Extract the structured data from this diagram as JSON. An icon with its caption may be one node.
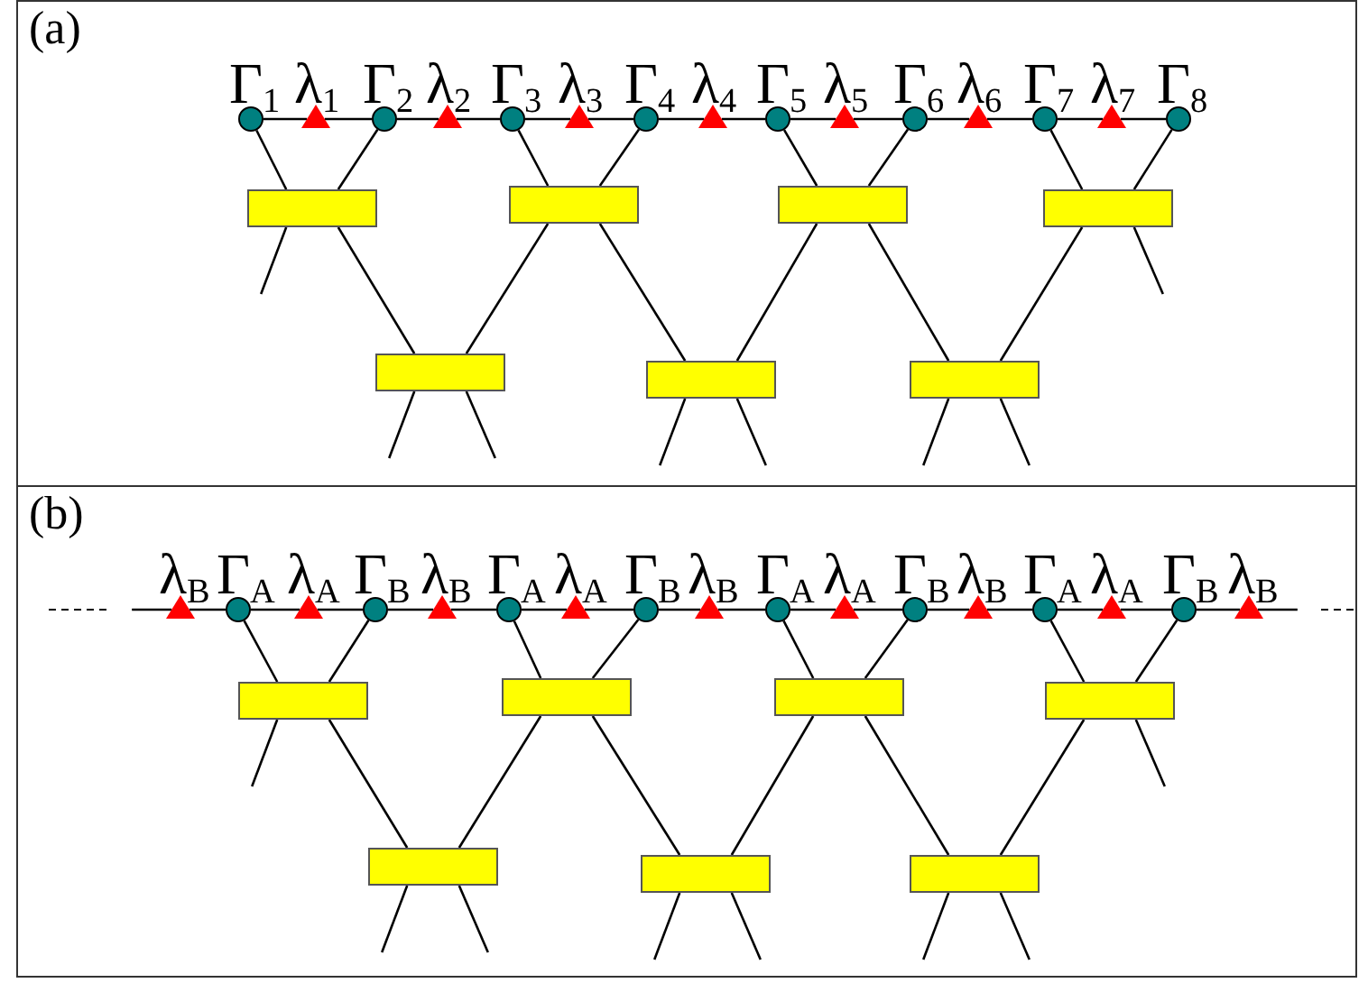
{
  "diagram": {
    "nodes": [
      {
        "text": [
          "(a)"
        ]
      },
      {
        "text": [],
        "shape": "circle",
        "in": 0,
        "beside": [
          "Γ$_{1}$"
        ]
      },
      {
        "text": [],
        "shape": "triangle",
        "in": 0,
        "beside": [
          "λ$_{1}$"
        ]
      },
      {
        "text": [],
        "shape": "circle",
        "in": 0,
        "beside": [
          "Γ$_{2}$"
        ]
      },
      {
        "text": [],
        "shape": "triangle",
        "in": 0,
        "beside": [
          "λ$_{2}$"
        ]
      },
      {
        "text": [],
        "shape": "circle",
        "in": 0,
        "beside": [
          "Γ$_{3}$"
        ]
      },
      {
        "text": [],
        "shape": "triangle",
        "in": 0,
        "beside": [
          "λ$_{3}$"
        ]
      },
      {
        "text": [],
        "shape": "circle",
        "in": 0,
        "beside": [
          "Γ$_{4}$"
        ]
      },
      {
        "text": [],
        "shape": "triangle",
        "in": 0,
        "beside": [
          "λ$_{4}$"
        ]
      },
      {
        "text": [],
        "shape": "circle",
        "in": 0,
        "beside": [
          "Γ$_{5}$"
        ]
      },
      {
        "text": [],
        "shape": "triangle",
        "in": 0,
        "beside": [
          "λ$_{5}$"
        ]
      },
      {
        "text": [],
        "shape": "circle",
        "in": 0,
        "beside": [
          "Γ$_{6}$"
        ]
      },
      {
        "text": [],
        "shape": "triangle",
        "in": 0,
        "beside": [
          "λ$_{6}$"
        ]
      },
      {
        "text": [],
        "shape": "circle",
        "in": 0,
        "beside": [
          "Γ$_{7}$"
        ]
      },
      {
        "text": [],
        "shape": "triangle",
        "in": 0,
        "beside": [
          "λ$_{7}$"
        ]
      },
      {
        "text": [],
        "shape": "circle",
        "in": 0,
        "beside": [
          "Γ$_{8}$"
        ]
      },
      {
        "text": [],
        "shape": "box",
        "in": 0
      },
      {
        "text": [],
        "shape": "box",
        "in": 0
      },
      {
        "text": [],
        "shape": "box",
        "in": 0
      },
      {
        "text": [],
        "shape": "box",
        "in": 0
      },
      {
        "text": [],
        "shape": "box",
        "in": 0
      },
      {
        "text": [],
        "shape": "box",
        "in": 0
      },
      {
        "text": [],
        "shape": "box",
        "in": 0
      },
      {
        "text": [
          "(b)"
        ]
      },
      {
        "text": [],
        "shape": "triangle",
        "in": 23,
        "beside": [
          "λ$_{B}$"
        ]
      },
      {
        "text": [],
        "shape": "circle",
        "in": 23,
        "beside": [
          "Γ$_{A}$"
        ]
      },
      {
        "text": [],
        "shape": "triangle",
        "in": 23,
        "beside": [
          "λ$_{A}$"
        ]
      },
      {
        "text": [],
        "shape": "circle",
        "in": 23,
        "beside": [
          "Γ$_{B}$"
        ]
      },
      {
        "text": [],
        "shape": "triangle",
        "in": 23,
        "beside": [
          "λ$_{B}$"
        ]
      },
      {
        "text": [],
        "shape": "circle",
        "in": 23,
        "beside": [
          "Γ$_{A}$"
        ]
      },
      {
        "text": [],
        "shape": "triangle",
        "in": 23,
        "beside": [
          "λ$_{A}$"
        ]
      },
      {
        "text": [],
        "shape": "circle",
        "in": 23,
        "beside": [
          "Γ$_{B}$"
        ]
      },
      {
        "text": [],
        "shape": "triangle",
        "in": 23,
        "beside": [
          "λ$_{B}$"
        ]
      },
      {
        "text": [],
        "shape": "circle",
        "in": 23,
        "beside": [
          "Γ$_{A}$"
        ]
      },
      {
        "text": [],
        "shape": "triangle",
        "in": 23,
        "beside": [
          "λ$_{A}$"
        ]
      },
      {
        "text": [],
        "shape": "circle",
        "in": 23,
        "beside": [
          "Γ$_{B}$"
        ]
      },
      {
        "text": [],
        "shape": "triangle",
        "in": 23,
        "beside": [
          "λ$_{B}$"
        ]
      },
      {
        "text": [],
        "shape": "circle",
        "in": 23,
        "beside": [
          "Γ$_{A}$"
        ]
      },
      {
        "text": [],
        "shape": "triangle",
        "in": 23,
        "beside": [
          "λ$_{A}$"
        ]
      },
      {
        "text": [],
        "shape": "circle",
        "in": 23,
        "beside": [
          "Γ$_{B}$"
        ]
      },
      {
        "text": [],
        "shape": "triangle",
        "in": 23,
        "beside": [
          "λ$_{B}$"
        ]
      },
      {
        "text": [],
        "shape": "box",
        "in": 23
      },
      {
        "text": [],
        "shape": "box",
        "in": 23
      },
      {
        "text": [],
        "shape": "box",
        "in": 23
      },
      {
        "text": [],
        "shape": "box",
        "in": 23
      },
      {
        "text": [],
        "shape": "box",
        "in": 23
      },
      {
        "text": [],
        "shape": "box",
        "in": 23
      },
      {
        "text": [],
        "shape": "box",
        "in": 23
      }
    ],
    "edges": [
      {
        "from": 1,
        "to": 2,
        "arrow": "none"
      },
      {
        "from": 2,
        "to": 3,
        "arrow": "none"
      },
      {
        "from": 3,
        "to": 4,
        "arrow": "none"
      },
      {
        "from": 4,
        "to": 5,
        "arrow": "none"
      },
      {
        "from": 5,
        "to": 6,
        "arrow": "none"
      },
      {
        "from": 6,
        "to": 7,
        "arrow": "none"
      },
      {
        "from": 7,
        "to": 8,
        "arrow": "none"
      },
      {
        "from": 8,
        "to": 9,
        "arrow": "none"
      },
      {
        "from": 9,
        "to": 10,
        "arrow": "none"
      },
      {
        "from": 10,
        "to": 11,
        "arrow": "none"
      },
      {
        "from": 11,
        "to": 12,
        "arrow": "none"
      },
      {
        "from": 12,
        "to": 13,
        "arrow": "none"
      },
      {
        "from": 13,
        "to": 14,
        "arrow": "none"
      },
      {
        "from": 14,
        "to": 15,
        "arrow": "none"
      },
      {
        "from": 1,
        "to": 16,
        "arrow": "none"
      },
      {
        "from": 3,
        "to": 16,
        "arrow": "none"
      },
      {
        "from": 5,
        "to": 17,
        "arrow": "none"
      },
      {
        "from": 7,
        "to": 17,
        "arrow": "none"
      },
      {
        "from": 9,
        "to": 18,
        "arrow": "none"
      },
      {
        "from": 11,
        "to": 18,
        "arrow": "none"
      },
      {
        "from": 13,
        "to": 19,
        "arrow": "none"
      },
      {
        "from": 15,
        "to": 19,
        "arrow": "none"
      },
      {
        "from": 16,
        "to": null,
        "arrow": "none"
      },
      {
        "from": 16,
        "to": 20,
        "arrow": "none"
      },
      {
        "from": 17,
        "to": 20,
        "arrow": "none"
      },
      {
        "from": 17,
        "to": 21,
        "arrow": "none"
      },
      {
        "from": 18,
        "to": 21,
        "arrow": "none"
      },
      {
        "from": 18,
        "to": 22,
        "arrow": "none"
      },
      {
        "from": 19,
        "to": 22,
        "arrow": "none"
      },
      {
        "from": 19,
        "to": null,
        "arrow": "none"
      },
      {
        "from": 20,
        "to": null,
        "arrow": "none"
      },
      {
        "from": 20,
        "to": null,
        "arrow": "none"
      },
      {
        "from": 21,
        "to": null,
        "arrow": "none"
      },
      {
        "from": 21,
        "to": null,
        "arrow": "none"
      },
      {
        "from": 22,
        "to": null,
        "arrow": "none"
      },
      {
        "from": 22,
        "to": null,
        "arrow": "none"
      },
      {
        "from": null,
        "to": 24,
        "arrow": "none"
      },
      {
        "from": 24,
        "to": 25,
        "arrow": "none"
      },
      {
        "from": 25,
        "to": 26,
        "arrow": "none"
      },
      {
        "from": 26,
        "to": 27,
        "arrow": "none"
      },
      {
        "from": 27,
        "to": 28,
        "arrow": "none"
      },
      {
        "from": 28,
        "to": 29,
        "arrow": "none"
      },
      {
        "from": 29,
        "to": 30,
        "arrow": "none"
      },
      {
        "from": 30,
        "to": 31,
        "arrow": "none"
      },
      {
        "from": 31,
        "to": 32,
        "arrow": "none"
      },
      {
        "from": 32,
        "to": 33,
        "arrow": "none"
      },
      {
        "from": 33,
        "to": 34,
        "arrow": "none"
      },
      {
        "from": 34,
        "to": 35,
        "arrow": "none"
      },
      {
        "from": 35,
        "to": 36,
        "arrow": "none"
      },
      {
        "from": 36,
        "to": 37,
        "arrow": "none"
      },
      {
        "from": 37,
        "to": 38,
        "arrow": "none"
      },
      {
        "from": 38,
        "to": 39,
        "arrow": "none"
      },
      {
        "from": 39,
        "to": 40,
        "arrow": "none"
      },
      {
        "from": 40,
        "to": null,
        "arrow": "none"
      },
      {
        "from": 25,
        "to": 41,
        "arrow": "none"
      },
      {
        "from": 27,
        "to": 41,
        "arrow": "none"
      },
      {
        "from": 29,
        "to": 42,
        "arrow": "none"
      },
      {
        "from": 31,
        "to": 42,
        "arrow": "none"
      },
      {
        "from": 33,
        "to": 43,
        "arrow": "none"
      },
      {
        "from": 35,
        "to": 43,
        "arrow": "none"
      },
      {
        "from": 37,
        "to": 44,
        "arrow": "none"
      },
      {
        "from": 39,
        "to": 44,
        "arrow": "none"
      },
      {
        "from": 41,
        "to": null,
        "arrow": "none"
      },
      {
        "from": 41,
        "to": 45,
        "arrow": "none"
      },
      {
        "from": 42,
        "to": 45,
        "arrow": "none"
      },
      {
        "from": 42,
        "to": 46,
        "arrow": "none"
      },
      {
        "from": 43,
        "to": 46,
        "arrow": "none"
      },
      {
        "from": 43,
        "to": 47,
        "arrow": "none"
      },
      {
        "from": 44,
        "to": 47,
        "arrow": "none"
      },
      {
        "from": 44,
        "to": null,
        "arrow": "none"
      },
      {
        "from": 45,
        "to": null,
        "arrow": "none"
      },
      {
        "from": 45,
        "to": null,
        "arrow": "none"
      },
      {
        "from": 46,
        "to": null,
        "arrow": "none"
      },
      {
        "from": 46,
        "to": null,
        "arrow": "none"
      },
      {
        "from": 47,
        "to": null,
        "arrow": "none"
      },
      {
        "from": 47,
        "to": null,
        "arrow": "none"
      }
    ]
  }
}
